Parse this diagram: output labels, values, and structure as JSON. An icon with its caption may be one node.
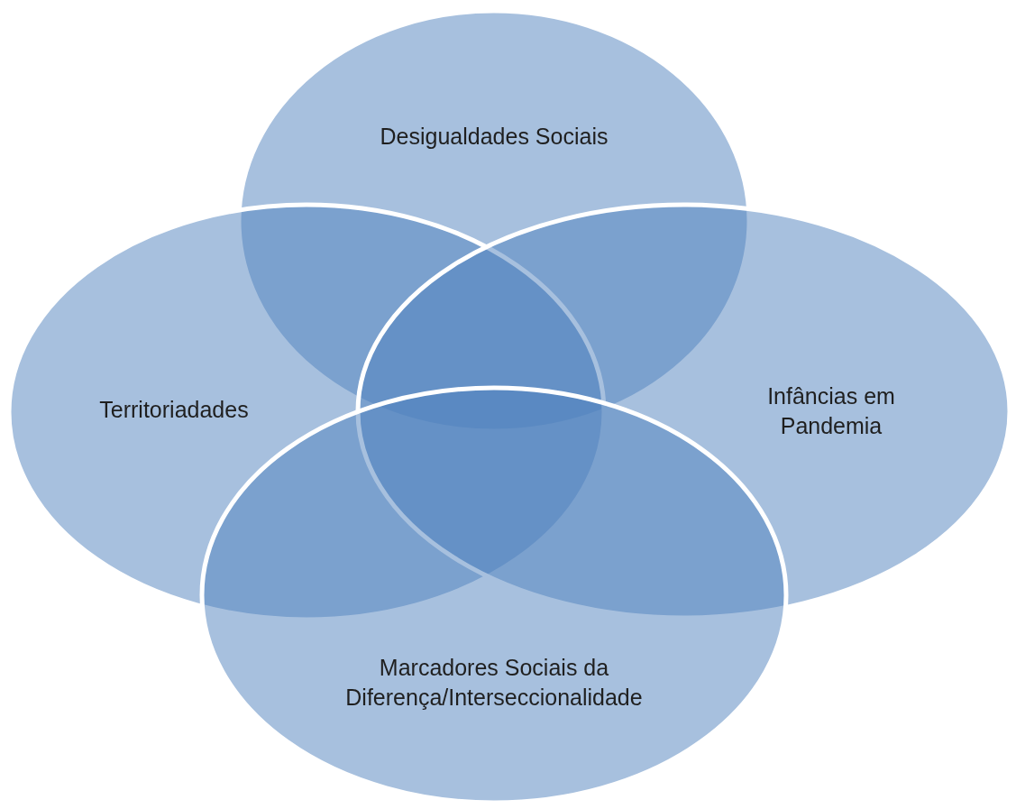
{
  "diagram": {
    "nodes": [
      {
        "text": [
          "Desigualdades Sociais"
        ]
      },
      {
        "text": [
          "Territoriadades"
        ]
      },
      {
        "text": [
          "Infâncias em Pandemia"
        ]
      },
      {
        "text": [
          "Marcadores Sociais da Diferença/Interseccionalidade"
        ]
      }
    ]
  }
}
